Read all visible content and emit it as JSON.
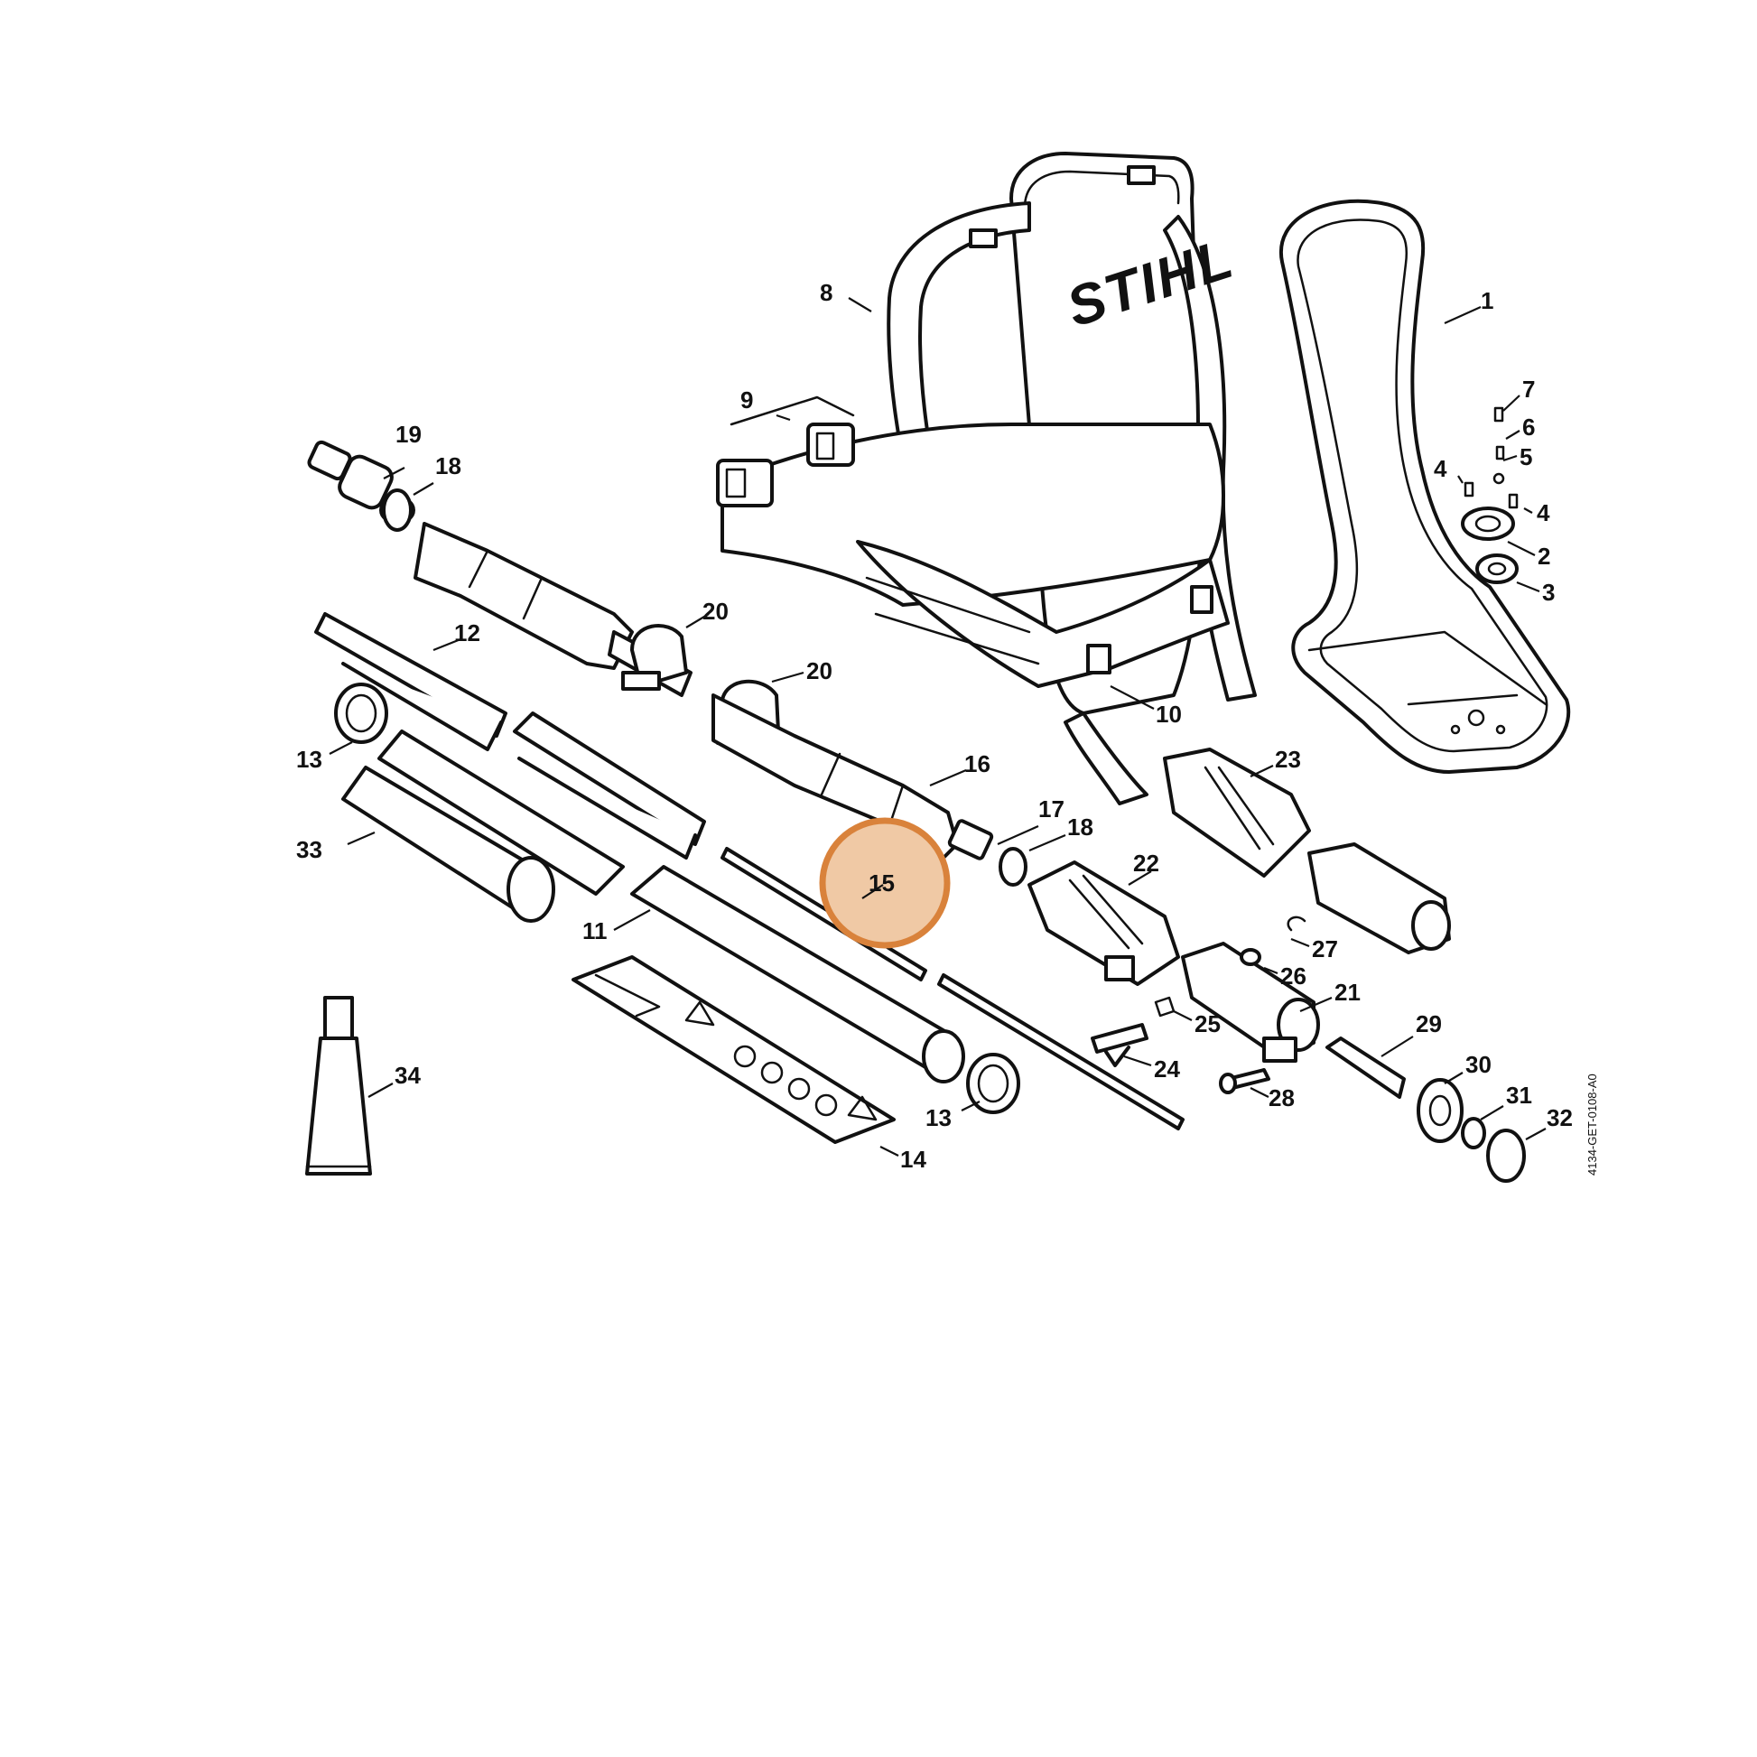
{
  "diagram": {
    "drawing_code": "4134-GET-0108-A0",
    "brand_logo": "STIHL",
    "highlight": {
      "part": "15",
      "color": "#d9823b",
      "fill": "#f0c9a5"
    },
    "parts": [
      {
        "id": "p1",
        "label": "1"
      },
      {
        "id": "p2",
        "label": "2"
      },
      {
        "id": "p3",
        "label": "3"
      },
      {
        "id": "p4a",
        "label": "4"
      },
      {
        "id": "p4b",
        "label": "4"
      },
      {
        "id": "p5",
        "label": "5"
      },
      {
        "id": "p6",
        "label": "6"
      },
      {
        "id": "p7",
        "label": "7"
      },
      {
        "id": "p8",
        "label": "8"
      },
      {
        "id": "p9",
        "label": "9"
      },
      {
        "id": "p10",
        "label": "10"
      },
      {
        "id": "p11",
        "label": "11"
      },
      {
        "id": "p12",
        "label": "12"
      },
      {
        "id": "p13a",
        "label": "13"
      },
      {
        "id": "p13b",
        "label": "13"
      },
      {
        "id": "p14",
        "label": "14"
      },
      {
        "id": "p15",
        "label": "15"
      },
      {
        "id": "p16",
        "label": "16"
      },
      {
        "id": "p17",
        "label": "17"
      },
      {
        "id": "p18a",
        "label": "18"
      },
      {
        "id": "p18b",
        "label": "18"
      },
      {
        "id": "p19",
        "label": "19"
      },
      {
        "id": "p20a",
        "label": "20"
      },
      {
        "id": "p20b",
        "label": "20"
      },
      {
        "id": "p21",
        "label": "21"
      },
      {
        "id": "p22",
        "label": "22"
      },
      {
        "id": "p23",
        "label": "23"
      },
      {
        "id": "p24",
        "label": "24"
      },
      {
        "id": "p25",
        "label": "25"
      },
      {
        "id": "p26",
        "label": "26"
      },
      {
        "id": "p27",
        "label": "27"
      },
      {
        "id": "p28",
        "label": "28"
      },
      {
        "id": "p29",
        "label": "29"
      },
      {
        "id": "p30",
        "label": "30"
      },
      {
        "id": "p31",
        "label": "31"
      },
      {
        "id": "p32",
        "label": "32"
      },
      {
        "id": "p33",
        "label": "33"
      },
      {
        "id": "p34",
        "label": "34"
      }
    ]
  }
}
